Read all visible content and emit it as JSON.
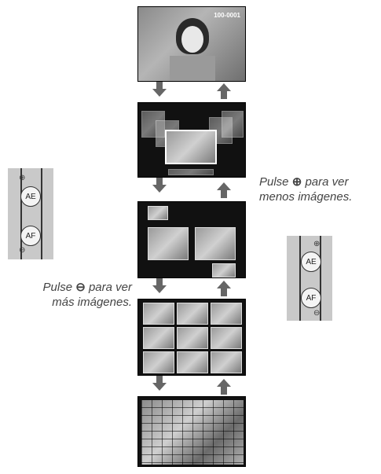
{
  "screens": {
    "single_frame_number": "100-0001"
  },
  "captions": {
    "left": {
      "prefix": "Pulse",
      "icon": "zoom-out-icon",
      "icon_glyph": "⊖",
      "suffix": "para ver",
      "line2": "más imágenes."
    },
    "right": {
      "prefix": "Pulse",
      "icon": "zoom-in-icon",
      "icon_glyph": "⊕",
      "suffix": "para ver",
      "line2": "menos imágenes."
    }
  },
  "dial": {
    "ae_label": "AE",
    "af_label": "AF",
    "plus_glyph": "⊕",
    "minus_glyph": "⊖"
  }
}
